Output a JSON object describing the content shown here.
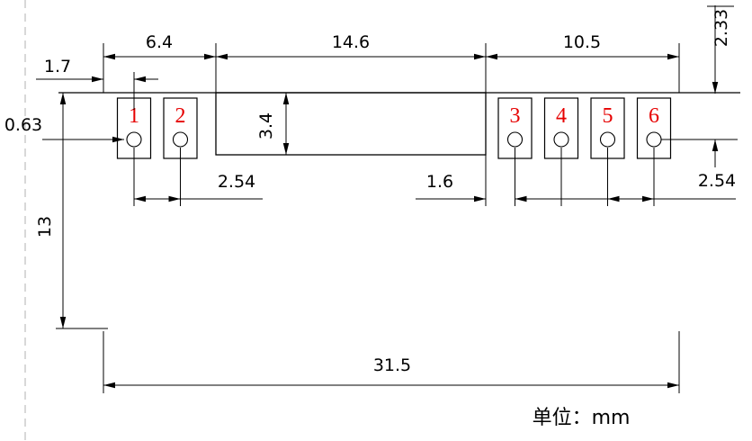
{
  "dims": {
    "left_block_width": "6.4",
    "middle_width": "14.6",
    "right_block_width": "10.5",
    "pin1_offset": "1.7",
    "hole_diameter": "0.63",
    "board_height": "13",
    "middle_height": "3.4",
    "left_pad_pitch": "2.54",
    "middle_to_pad3_gap": "1.6",
    "right_pad_pitch": "2.54",
    "pad_top_offset": "2.33",
    "total_width": "31.5"
  },
  "pads": [
    "1",
    "2",
    "3",
    "4",
    "5",
    "6"
  ],
  "unit_label": "单位：mm",
  "colors": {
    "line": "#000000",
    "pad_number": "#e60000",
    "dashed_line": "#b0b0b0"
  }
}
